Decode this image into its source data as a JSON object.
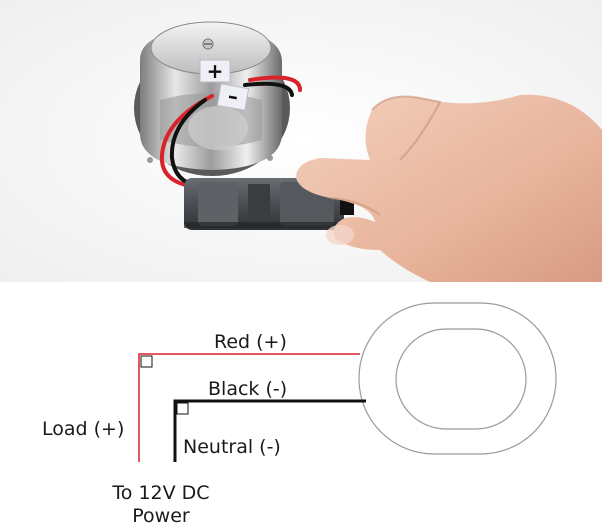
{
  "photo": {
    "plus_sign": "+",
    "minus_sign": "–"
  },
  "diagram": {
    "wire_red_label": "Red (+)",
    "wire_black_label": "Black (-)",
    "neutral_label": "Neutral (-)",
    "load_label": "Load (+)",
    "power_label_line1": "To 12V DC",
    "power_label_line2": "Power",
    "colors": {
      "red_wire": "#d9232a",
      "black_wire": "#111111",
      "outline": "#9a9a9a"
    }
  }
}
